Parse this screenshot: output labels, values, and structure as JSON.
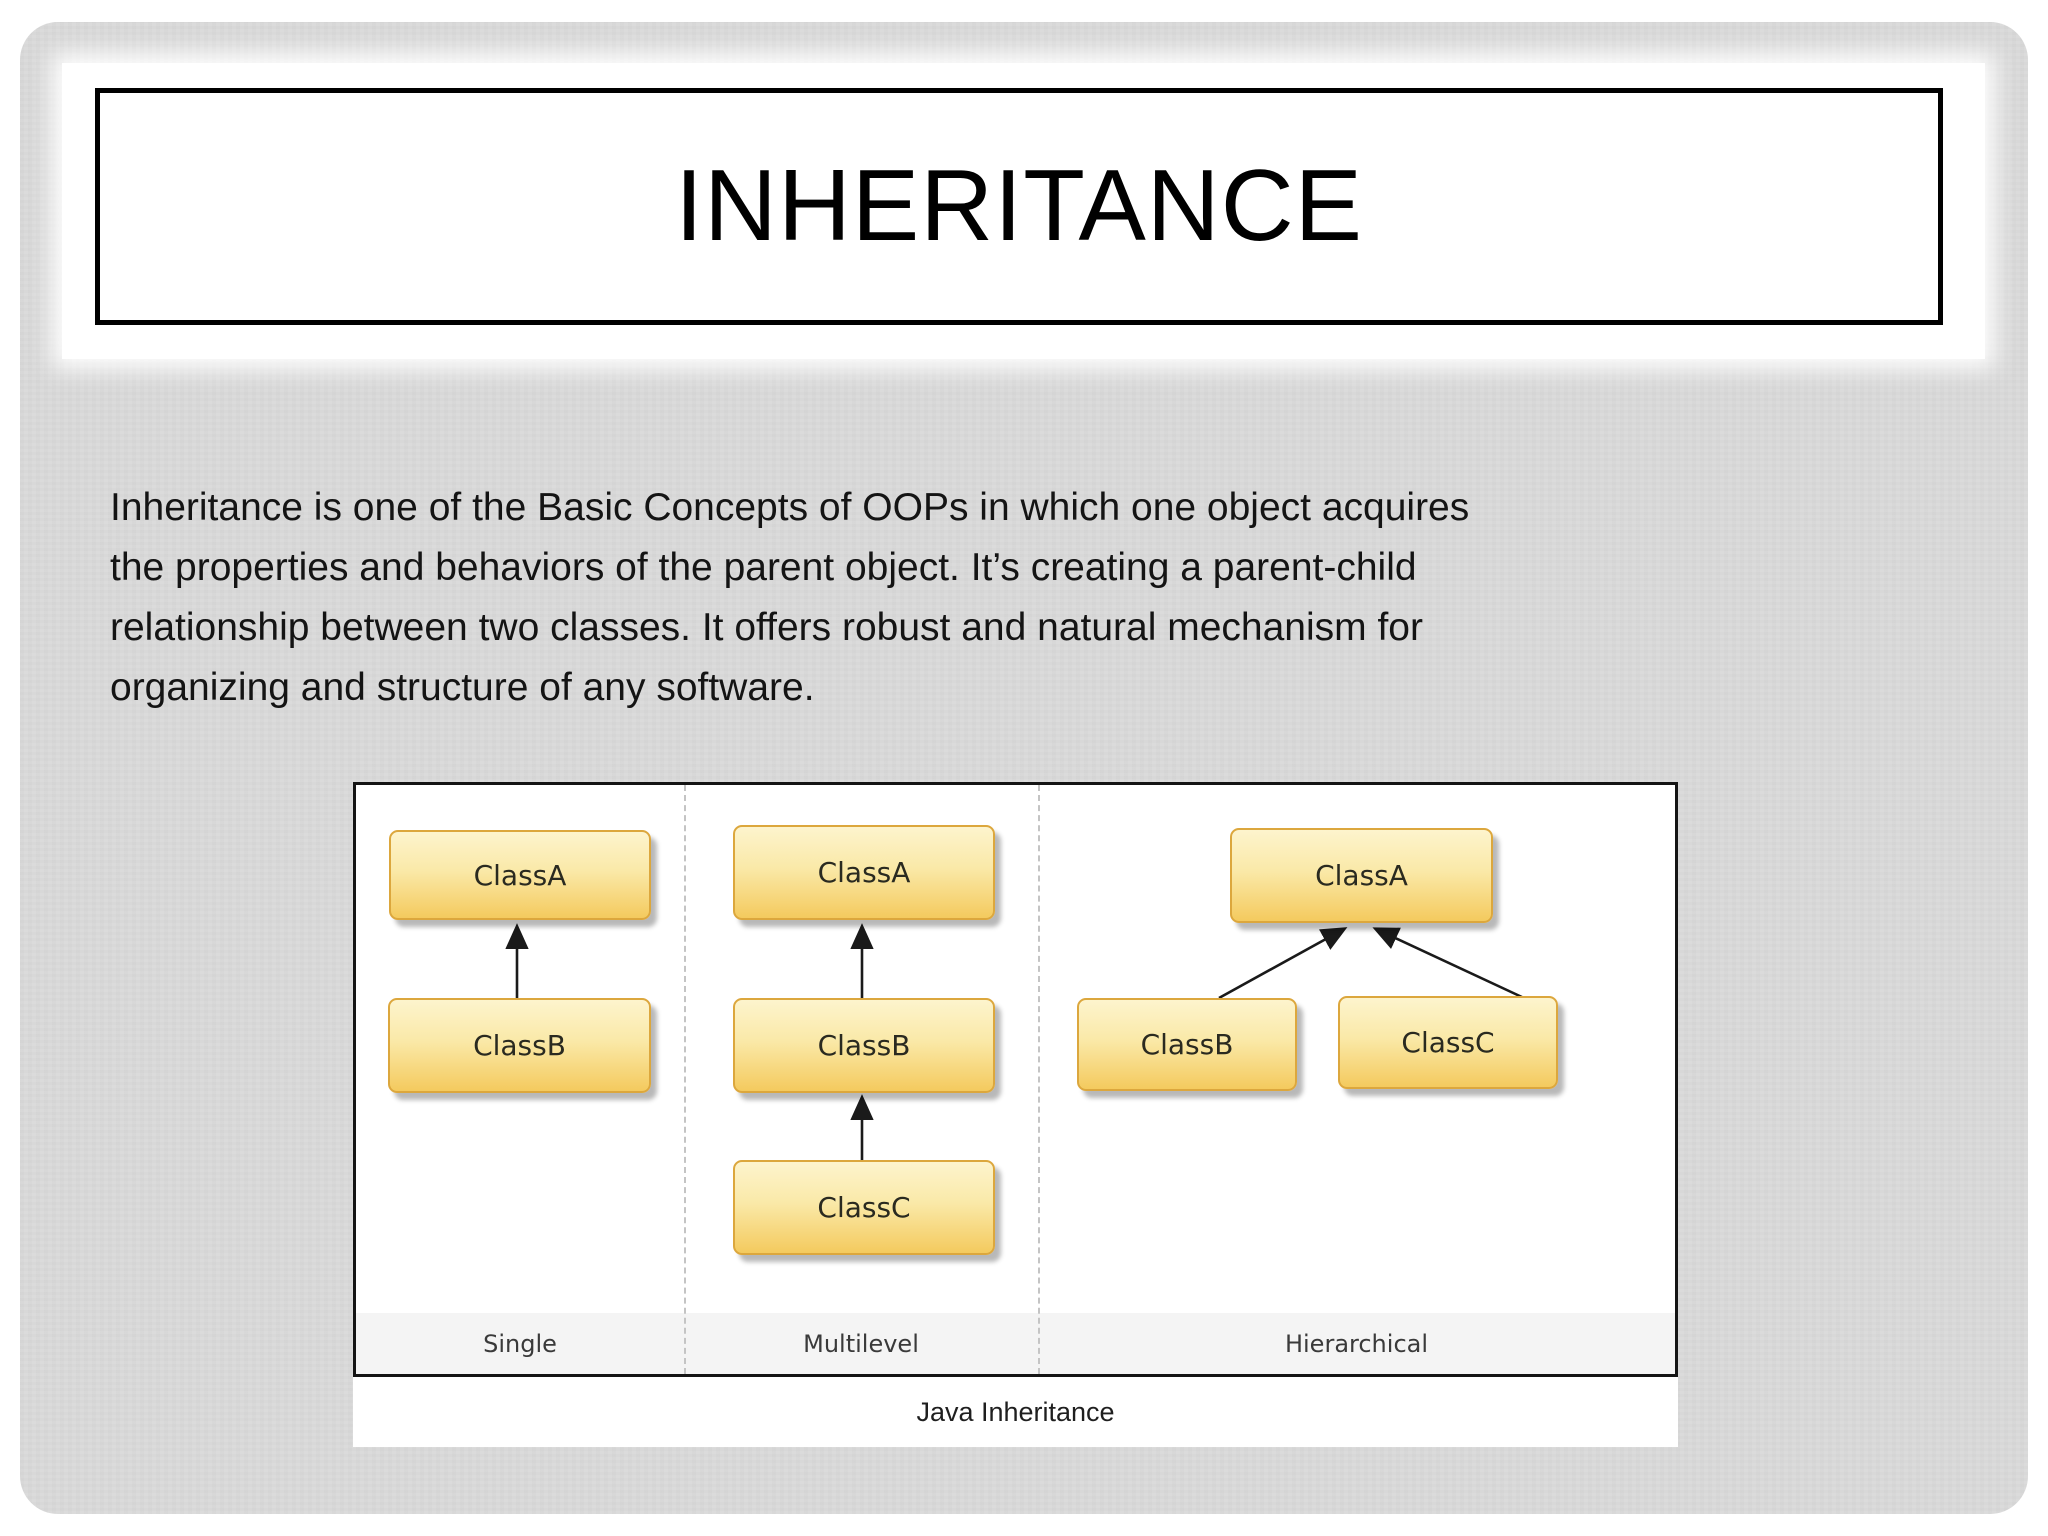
{
  "slide": {
    "title": "INHERITANCE",
    "paragraph_lines": [
      "Inheritance is one of the Basic Concepts of OOPs in which one object acquires",
      "the properties and behaviors of the parent object. It’s creating a parent-child",
      "relationship between two classes. It offers robust and natural mechanism for",
      "organizing and structure of any software."
    ]
  },
  "diagram": {
    "caption": "Java Inheritance",
    "sections": [
      {
        "label": "Single",
        "boxes": [
          "ClassA",
          "ClassB"
        ]
      },
      {
        "label": "Multilevel",
        "boxes": [
          "ClassA",
          "ClassB",
          "ClassC"
        ]
      },
      {
        "label": "Hierarchical",
        "boxes": [
          "ClassA",
          "ClassB",
          "ClassC"
        ]
      }
    ],
    "colors": {
      "box_gradient_top": "#fdf4cd",
      "box_gradient_bottom": "#f4ca5e",
      "box_border": "#dca73d",
      "panel_border": "#141414",
      "footer_strip": "#f4f4f4",
      "slide_background": "#d9d9d9",
      "arrow": "#1a1a1a"
    }
  }
}
